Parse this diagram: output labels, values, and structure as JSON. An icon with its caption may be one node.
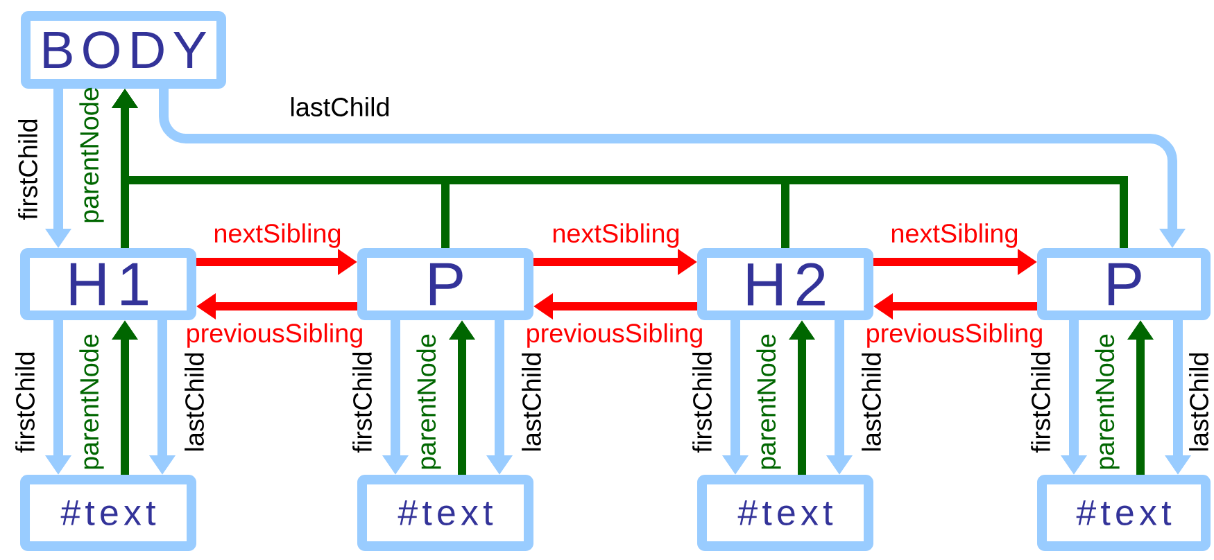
{
  "diagram": {
    "nodes": [
      {
        "text": [
          "BODY"
        ]
      },
      {
        "text": [
          "H1"
        ]
      },
      {
        "text": [
          "P"
        ]
      },
      {
        "text": [
          "H2"
        ]
      },
      {
        "text": [
          "P"
        ]
      },
      {
        "text": [
          "#text"
        ]
      },
      {
        "text": [
          "#text"
        ]
      },
      {
        "text": [
          "#text"
        ]
      },
      {
        "text": [
          "#text"
        ]
      }
    ],
    "edges": [
      {
        "from": 0,
        "to": 1,
        "arrow": "to",
        "label": "firstChild"
      },
      {
        "from": 1,
        "to": 0,
        "arrow": "to",
        "label": "parentNode",
        "color": "#006600"
      },
      {
        "from": 0,
        "to": 4,
        "arrow": "to",
        "label": "lastChild"
      },
      {
        "from": 2,
        "to": 0,
        "arrow": "to",
        "color": "#006600"
      },
      {
        "from": 3,
        "to": 0,
        "arrow": "to",
        "color": "#006600"
      },
      {
        "from": 4,
        "to": 0,
        "arrow": "to",
        "color": "#006600"
      },
      {
        "from": 1,
        "to": 2,
        "arrow": "to",
        "label": "nextSibling",
        "color": "#ff0000"
      },
      {
        "from": 2,
        "to": 3,
        "arrow": "to",
        "label": "nextSibling",
        "color": "#ff0000"
      },
      {
        "from": 3,
        "to": 4,
        "arrow": "to",
        "label": "nextSibling",
        "color": "#ff0000"
      },
      {
        "from": 2,
        "to": 1,
        "arrow": "to",
        "label": "previousSibling",
        "color": "#ff0000"
      },
      {
        "from": 3,
        "to": 2,
        "arrow": "to",
        "label": "previousSibling",
        "color": "#ff0000"
      },
      {
        "from": 4,
        "to": 3,
        "arrow": "to",
        "label": "previousSibling",
        "color": "#ff0000"
      },
      {
        "from": 1,
        "to": 5,
        "arrow": "to",
        "label": "firstChild"
      },
      {
        "from": 5,
        "to": 1,
        "arrow": "to",
        "label": "parentNode",
        "color": "#006600"
      },
      {
        "from": 1,
        "to": 5,
        "arrow": "to",
        "label": "lastChild"
      },
      {
        "from": 2,
        "to": 6,
        "arrow": "to",
        "label": "firstChild"
      },
      {
        "from": 6,
        "to": 2,
        "arrow": "to",
        "label": "parentNode",
        "color": "#006600"
      },
      {
        "from": 2,
        "to": 6,
        "arrow": "to",
        "label": "lastChild"
      },
      {
        "from": 3,
        "to": 7,
        "arrow": "to",
        "label": "firstChild"
      },
      {
        "from": 7,
        "to": 3,
        "arrow": "to",
        "label": "parentNode",
        "color": "#006600"
      },
      {
        "from": 3,
        "to": 7,
        "arrow": "to",
        "label": "lastChild"
      },
      {
        "from": 4,
        "to": 8,
        "arrow": "to",
        "label": "firstChild"
      },
      {
        "from": 8,
        "to": 4,
        "arrow": "to",
        "label": "parentNode",
        "color": "#006600"
      },
      {
        "from": 4,
        "to": 8,
        "arrow": "to",
        "label": "lastChild"
      }
    ]
  }
}
